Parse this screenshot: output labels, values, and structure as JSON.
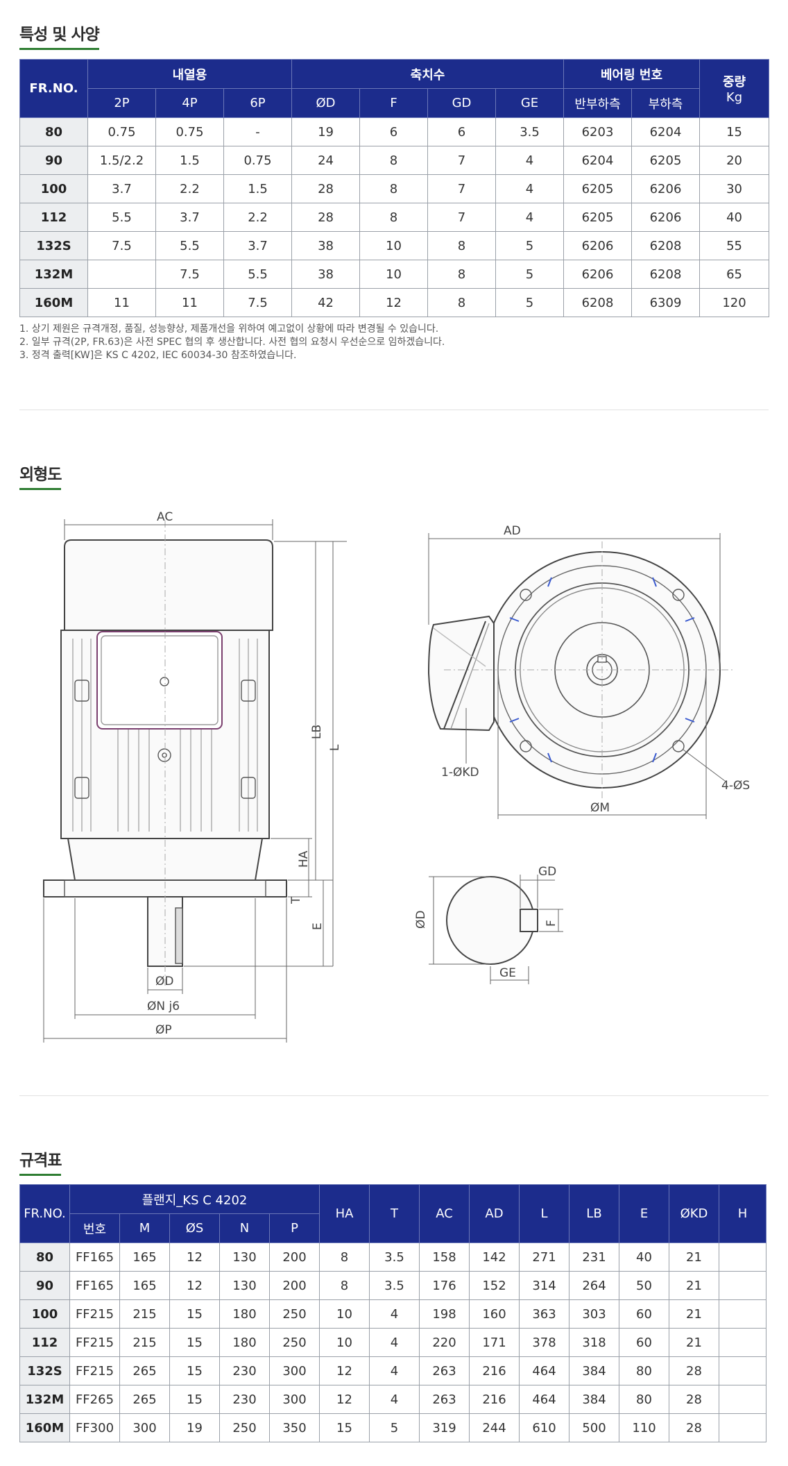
{
  "sections": {
    "spec_title": "특성 및 사양",
    "drawing_title": "외형도",
    "size_title": "규격표"
  },
  "spec_table": {
    "header": {
      "frame": "FR.NO.",
      "output_group": "내열용",
      "poles": [
        "2P",
        "4P",
        "6P"
      ],
      "shaft_group": "축치수",
      "shaft_cols": [
        "ØD",
        "F",
        "GD",
        "GE"
      ],
      "bearing_group": "베어링 번호",
      "bearing_cols": [
        "반부하측",
        "부하측"
      ],
      "weight": "중량",
      "weight_unit": "Kg"
    },
    "rows": [
      [
        "80",
        "0.75",
        "0.75",
        "-",
        "19",
        "6",
        "6",
        "3.5",
        "6203",
        "6204",
        "15"
      ],
      [
        "90",
        "1.5/2.2",
        "1.5",
        "0.75",
        "24",
        "8",
        "7",
        "4",
        "6204",
        "6205",
        "20"
      ],
      [
        "100",
        "3.7",
        "2.2",
        "1.5",
        "28",
        "8",
        "7",
        "4",
        "6205",
        "6206",
        "30"
      ],
      [
        "112",
        "5.5",
        "3.7",
        "2.2",
        "28",
        "8",
        "7",
        "4",
        "6205",
        "6206",
        "40"
      ],
      [
        "132S",
        "7.5",
        "5.5",
        "3.7",
        "38",
        "10",
        "8",
        "5",
        "6206",
        "6208",
        "55"
      ],
      [
        "132M",
        "",
        "7.5",
        "5.5",
        "38",
        "10",
        "8",
        "5",
        "6206",
        "6208",
        "65"
      ],
      [
        "160M",
        "11",
        "11",
        "7.5",
        "42",
        "12",
        "8",
        "5",
        "6208",
        "6309",
        "120"
      ]
    ]
  },
  "notes": [
    "1. 상기 제원은 규격개정, 품질, 성능향상, 제품개선을 위하여 예고없이 상황에 따라 변경될 수 있습니다.",
    "2. 일부 규격(2P, FR.63)은 사전 SPEC 협의 후 생산합니다. 사전 협의 요청시 우선순으로 임하겠습니다.",
    "3. 정격 출력[KW]은 KS C 4202, IEC 60034-30 참조하였습니다."
  ],
  "drawing_labels": {
    "ac": "AC",
    "lb": "LB",
    "l": "L",
    "ha": "HA",
    "t": "T",
    "e": "E",
    "od": "ØD",
    "on": "ØN j6",
    "op": "ØP",
    "ad": "AD",
    "kd": "1-ØKD",
    "s": "4-ØS",
    "m": "ØM",
    "gd": "GD",
    "f": "F",
    "ge": "GE",
    "d2": "ØD"
  },
  "size_table": {
    "header": {
      "frame": "FR.NO.",
      "flange_group": "플랜지_KS C 4202",
      "flange_cols": [
        "번호",
        "M",
        "ØS",
        "N",
        "P"
      ],
      "other_cols": [
        "HA",
        "T",
        "AC",
        "AD",
        "L",
        "LB",
        "E",
        "ØKD",
        "H"
      ]
    },
    "rows": [
      [
        "80",
        "FF165",
        "165",
        "12",
        "130",
        "200",
        "8",
        "3.5",
        "158",
        "142",
        "271",
        "231",
        "40",
        "21",
        ""
      ],
      [
        "90",
        "FF165",
        "165",
        "12",
        "130",
        "200",
        "8",
        "3.5",
        "176",
        "152",
        "314",
        "264",
        "50",
        "21",
        ""
      ],
      [
        "100",
        "FF215",
        "215",
        "15",
        "180",
        "250",
        "10",
        "4",
        "198",
        "160",
        "363",
        "303",
        "60",
        "21",
        ""
      ],
      [
        "112",
        "FF215",
        "215",
        "15",
        "180",
        "250",
        "10",
        "4",
        "220",
        "171",
        "378",
        "318",
        "60",
        "21",
        ""
      ],
      [
        "132S",
        "FF215",
        "265",
        "15",
        "230",
        "300",
        "12",
        "4",
        "263",
        "216",
        "464",
        "384",
        "80",
        "28",
        ""
      ],
      [
        "132M",
        "FF265",
        "265",
        "15",
        "230",
        "300",
        "12",
        "4",
        "263",
        "216",
        "464",
        "384",
        "80",
        "28",
        ""
      ],
      [
        "160M",
        "FF300",
        "300",
        "19",
        "250",
        "350",
        "15",
        "5",
        "319",
        "244",
        "610",
        "500",
        "110",
        "28",
        ""
      ]
    ]
  }
}
